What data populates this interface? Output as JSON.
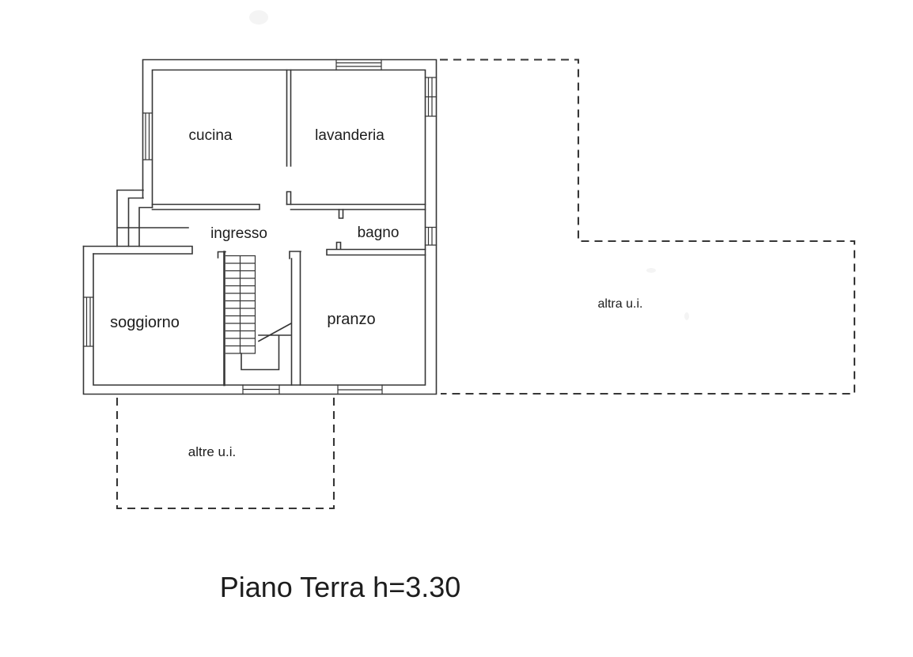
{
  "title": "Piano Terra h=3.30",
  "floor_plan": {
    "rooms": [
      {
        "id": "cucina",
        "label": "cucina"
      },
      {
        "id": "lavanderia",
        "label": "lavanderia"
      },
      {
        "id": "ingresso",
        "label": "ingresso"
      },
      {
        "id": "bagno",
        "label": "bagno"
      },
      {
        "id": "soggiorno",
        "label": "soggiorno"
      },
      {
        "id": "pranzo",
        "label": "pranzo"
      }
    ],
    "adjacent_units": [
      {
        "id": "altra-ui",
        "label": "altra u.i."
      },
      {
        "id": "altre-ui",
        "label": "altre u.i."
      }
    ]
  },
  "colors": {
    "background": "#ffffff",
    "wall_line": "#363636",
    "text": "#1d1d1d"
  }
}
